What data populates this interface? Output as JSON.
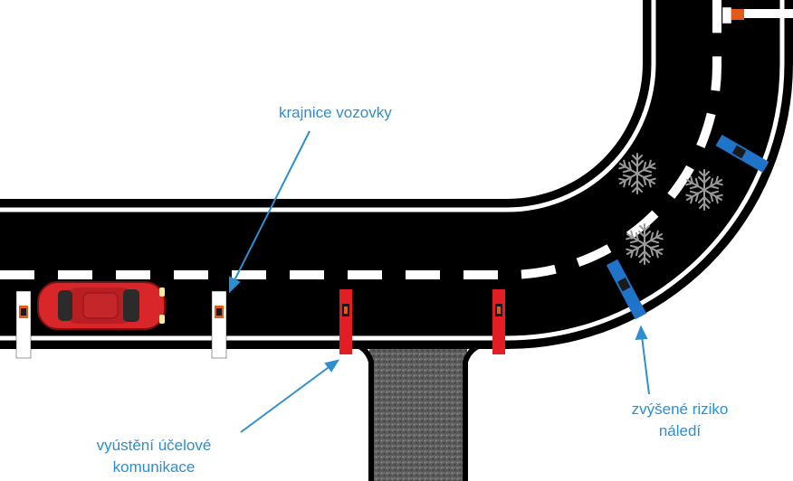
{
  "labels": {
    "road_edge": "krajnice vozovky",
    "service_road_line1": "vyústění účelové",
    "service_road_line2": "komunikace",
    "ice_risk_line1": "zvýšené riziko",
    "ice_risk_line2": "náledí"
  },
  "colors": {
    "road": "#000000",
    "marking": "#ffffff",
    "callout": "#2b8fd0",
    "post_red": "#e21d24",
    "post_blue": "#1f73c8",
    "car": "#d8262a",
    "gravel": "#6e6e6e",
    "snowflake": "#9a9a9a"
  },
  "icons": [
    "car-icon",
    "snowflake-icon",
    "reflector-post-icon"
  ]
}
